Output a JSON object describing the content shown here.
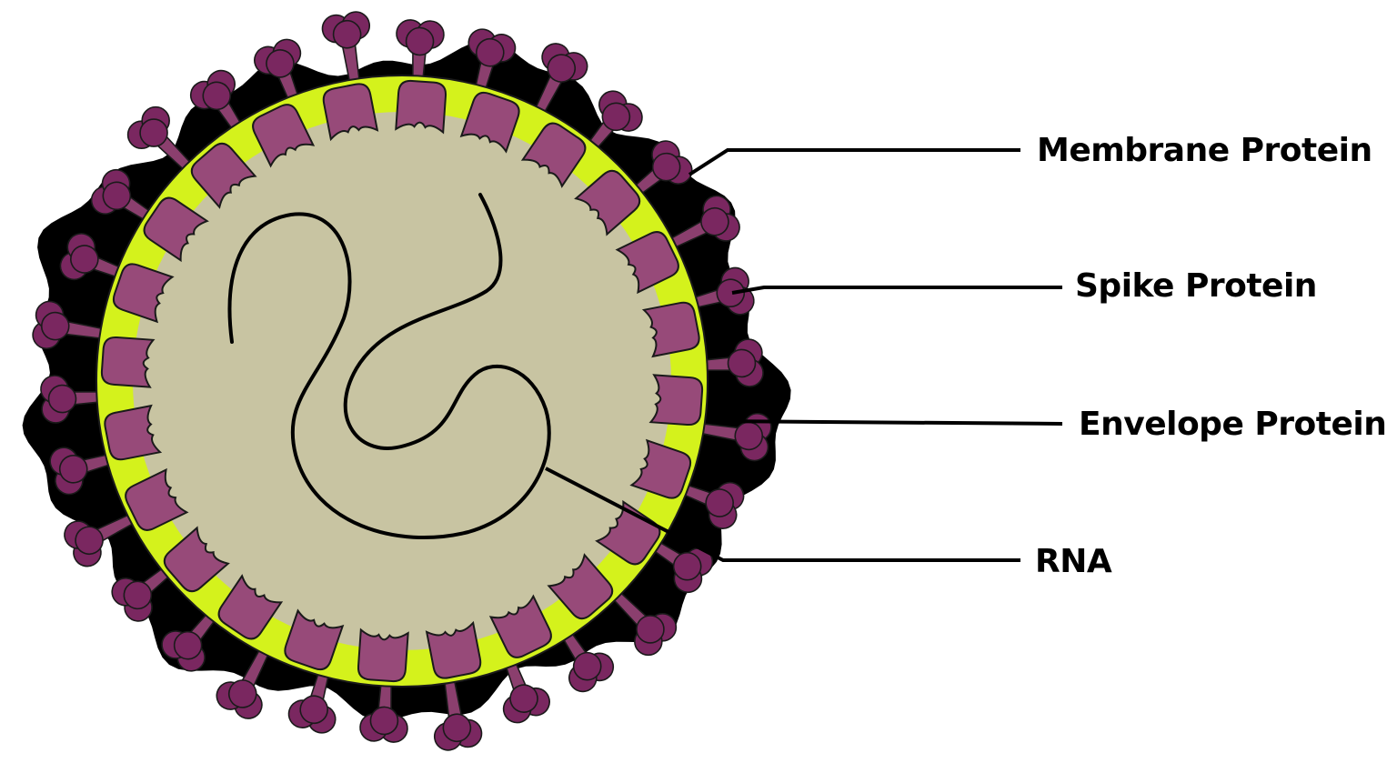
{
  "labels": {
    "membrane": "Membrane Protein",
    "spike": "Spike Protein",
    "envelope": "Envelope Protein",
    "rna": "RNA"
  },
  "colors": {
    "outer_coat": "#000000",
    "lipid_layer": "#d4f21c",
    "core": "#c8c4a2",
    "membrane_protein": "#974a79",
    "spike_head": "#7a2760",
    "spike_stalk": "#8b3f6e",
    "outline": "#1a1a1a",
    "rna_strand": "#000000",
    "leader_line": "#000000"
  },
  "icons": {
    "virus": "coronavirus-particle-icon"
  }
}
